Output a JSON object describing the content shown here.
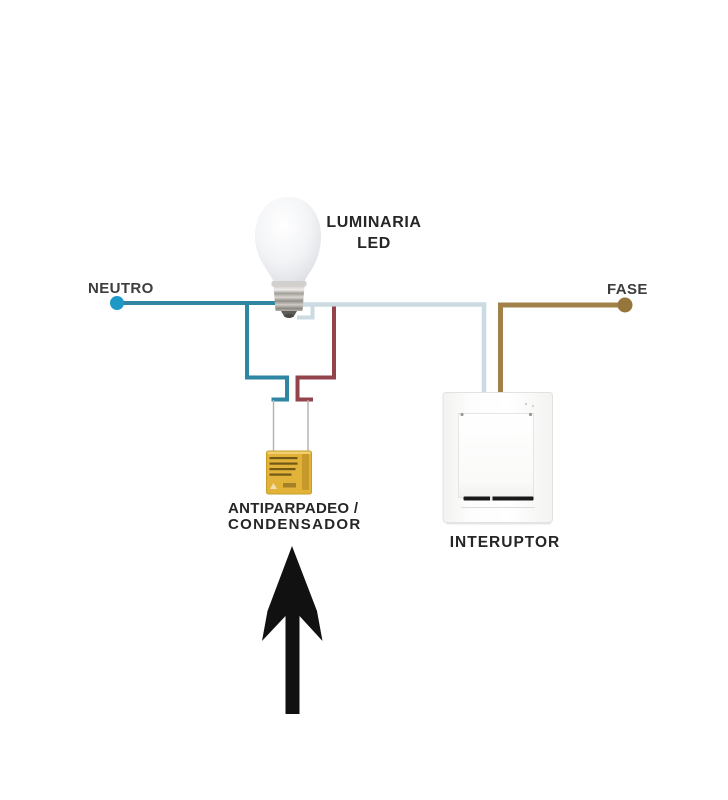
{
  "labels": {
    "neutral": "NEUTRO",
    "phase": "FASE",
    "luminaire_line1": "LUMINARIA",
    "luminaire_line2": "LED",
    "capacitor_line1": "ANTIPARPADEO /",
    "capacitor_line2": "CONDENSADOR",
    "switch": "INTERUPTOR"
  },
  "colors": {
    "neutral_dot": "#1e98c6",
    "neutral_wire": "#2e86a2",
    "lamp_wire": "#ccdbe1",
    "capacitor_branch_wire": "#93444b",
    "phase_wire": "#a28049",
    "phase_dot": "#97763c",
    "capacitor_body": "#e3b238",
    "capacitor_lead": "#b3b1ae",
    "arrow": "#111111",
    "label_text": "#262626"
  },
  "components": {
    "bulb": "led-bulb",
    "capacitor": "anti-flicker-capacitor",
    "switch": "wall-switch",
    "arrow": "up-arrow"
  }
}
